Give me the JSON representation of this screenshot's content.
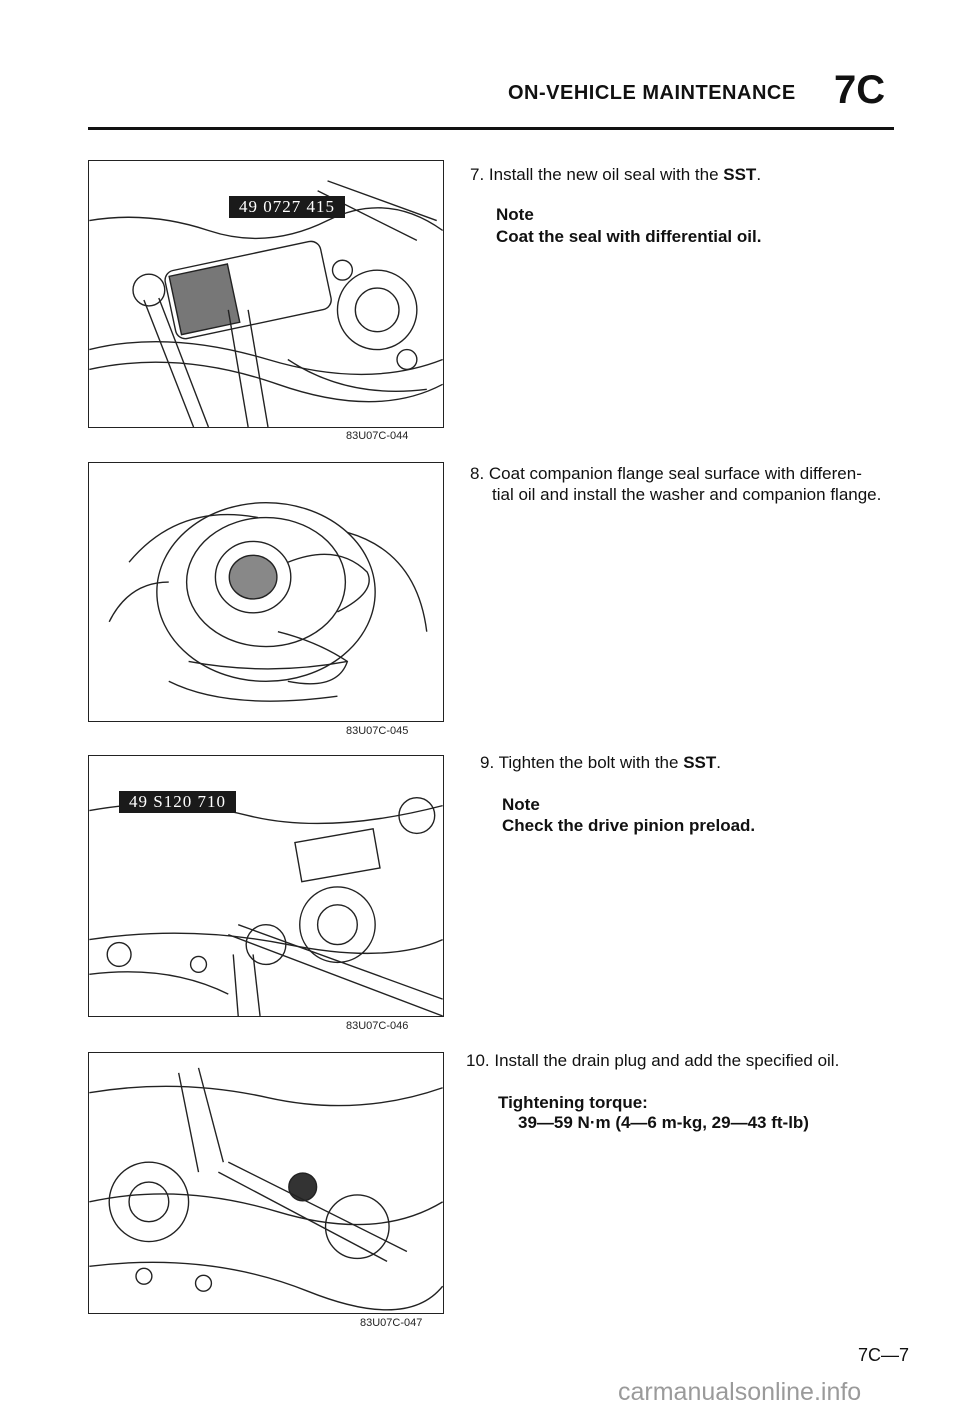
{
  "header": {
    "title": "ON-VEHICLE MAINTENANCE",
    "section": "7C"
  },
  "figures": [
    {
      "code": "83U07C-044",
      "sst": "49 0727 415"
    },
    {
      "code": "83U07C-045"
    },
    {
      "code": "83U07C-046",
      "sst": "49 S120 710"
    },
    {
      "code": "83U07C-047"
    }
  ],
  "steps": [
    {
      "text": "7. Install the new oil seal with the ",
      "bold": "SST",
      "end": ".",
      "note_title": "Note",
      "note_text": "Coat the seal with differential oil."
    },
    {
      "line1": "8. Coat companion flange seal surface with differen-",
      "line2": "tial oil and install the washer and companion flange."
    },
    {
      "text": "9. Tighten the bolt with the ",
      "bold": "SST",
      "end": ".",
      "note_title": "Note",
      "note_text": "Check the drive pinion preload."
    },
    {
      "text": "10. Install the drain plug and add the specified oil.",
      "torque_label": "Tightening torque:",
      "torque_value": "39—59 N·m (4—6 m-kg, 29—43 ft-lb)"
    }
  ],
  "footer": {
    "page_number": "7C—7",
    "site": "carmanualsonline.info"
  }
}
